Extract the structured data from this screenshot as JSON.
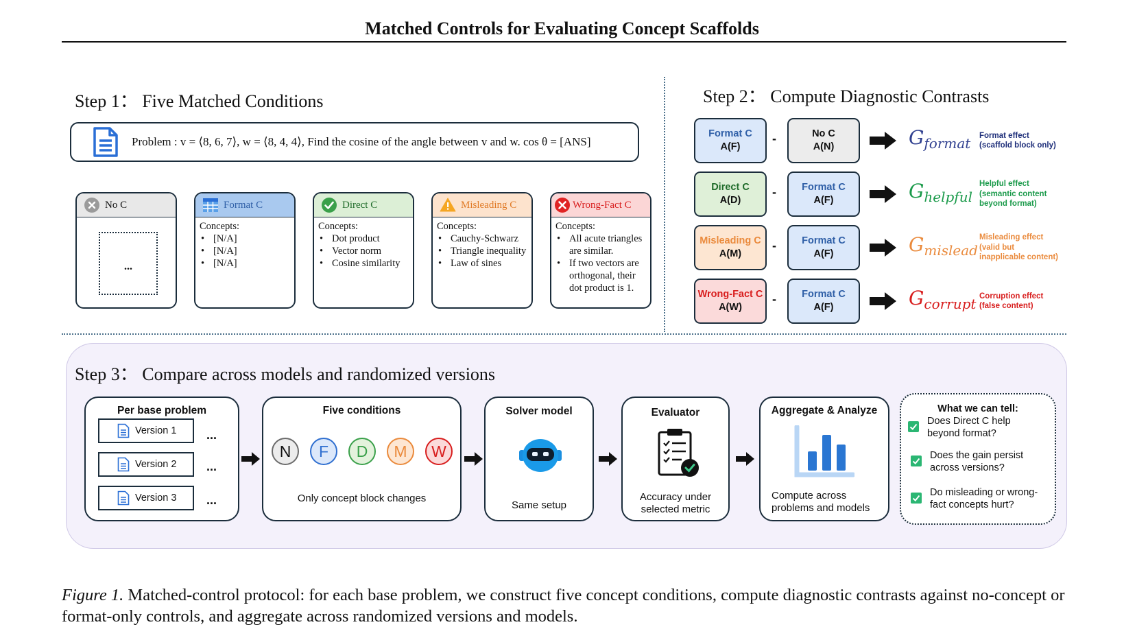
{
  "title": "Matched Controls for Evaluating Concept Scaffolds",
  "step1": {
    "title": "Step 1： Five Matched Conditions",
    "problem": "Problem : v = ⟨8, 6, 7⟩,  w = ⟨8, 4, 4⟩,  Find the cosine of the angle between v and w. cos θ = [ANS]",
    "conditions": [
      {
        "name": "No C",
        "color": "#e8e8e8",
        "icon": "gray-x-icon",
        "concepts_label": "",
        "items": [],
        "placeholder": "..."
      },
      {
        "name": "Format C",
        "color": "#a9c9ef",
        "icon": "table-icon",
        "concepts_label": "Concepts:",
        "items": [
          "[N/A]",
          "[N/A]",
          "[N/A]"
        ]
      },
      {
        "name": "Direct C",
        "color": "#dcefd6",
        "icon": "green-check-icon",
        "concepts_label": "Concepts:",
        "items": [
          "Dot product",
          "Vector norm",
          "Cosine similarity"
        ]
      },
      {
        "name": "Misleading C",
        "color": "#fde3cd",
        "icon": "warning-icon",
        "concepts_label": "Concepts:",
        "items": [
          "Cauchy-Schwarz",
          "Triangle inequality",
          "Law of sines"
        ]
      },
      {
        "name": "Wrong-Fact C",
        "color": "#fbd6d6",
        "icon": "red-x-icon",
        "concepts_label": "Concepts:",
        "items": [
          "All acute triangles are similar.",
          "If two vectors are orthogonal, their dot product is 1."
        ]
      }
    ]
  },
  "step2": {
    "title": "Step 2： Compute Diagnostic Contrasts",
    "rows": [
      {
        "left_line1": "Format C",
        "left_line2": "A(F)",
        "left_color": "#dbe8fa",
        "left_text_color": "#2f5fa7",
        "right_line1": "No C",
        "right_line2": "A(N)",
        "right_color": "#ececec",
        "right_text_color": "#111111",
        "g_base": "G",
        "g_sub": "format",
        "g_color": "#2f3f8f",
        "effect": [
          "Format effect",
          "(scaffold block only)"
        ],
        "effect_color": "#1f2f7a"
      },
      {
        "left_line1": "Direct C",
        "left_line2": "A(D)",
        "left_color": "#dff0d8",
        "left_text_color": "#1f6b2a",
        "right_line1": "Format C",
        "right_line2": "A(F)",
        "right_color": "#dbe8fa",
        "right_text_color": "#2f5fa7",
        "g_base": "G",
        "g_sub": "helpful",
        "g_color": "#1a9a4a",
        "effect": [
          "Helpful effect",
          "(semantic content",
          "beyond format)"
        ],
        "effect_color": "#1a9a4a"
      },
      {
        "left_line1": "Misleading C",
        "left_line2": "A(M)",
        "left_color": "#fde6d2",
        "left_text_color": "#ea8a3c",
        "right_line1": "Format C",
        "right_line2": "A(F)",
        "right_color": "#dbe8fa",
        "right_text_color": "#2f5fa7",
        "g_base": "G",
        "g_sub": "mislead",
        "g_color": "#ea8a3c",
        "effect": [
          "Misleading effect",
          "(valid but",
          "inapplicable content)"
        ],
        "effect_color": "#ea8a3c"
      },
      {
        "left_line1": "Wrong-Fact C",
        "left_line2": "A(W)",
        "left_color": "#fbdada",
        "left_text_color": "#d81e1e",
        "right_line1": "Format C",
        "right_line2": "A(F)",
        "right_color": "#dbe8fa",
        "right_text_color": "#2f5fa7",
        "g_base": "G",
        "g_sub": "corrupt",
        "g_color": "#d81e1e",
        "effect": [
          "Corruption effect",
          "(false content)"
        ],
        "effect_color": "#d81e1e"
      }
    ]
  },
  "step3": {
    "title": "Step 3： Compare across models and randomized versions",
    "per_base": {
      "title": "Per base problem",
      "versions": [
        "Version 1",
        "Version 2",
        "Version 3"
      ],
      "dots": "..."
    },
    "five_conditions": {
      "title": "Five conditions",
      "letters": [
        "N",
        "F",
        "D",
        "M",
        "W"
      ],
      "letter_colors": [
        "#6b6b6b",
        "#2f6fd0",
        "#3aa04a",
        "#ea8a3c",
        "#d81e1e"
      ],
      "letter_fills": [
        "#ececec",
        "#dce8fa",
        "#e3f2dc",
        "#fde6d2",
        "#fbdada"
      ],
      "note": "Only concept block changes"
    },
    "solver": {
      "title": "Solver model",
      "icon": "robot-icon",
      "note": "Same setup"
    },
    "evaluator": {
      "title": "Evaluator",
      "icon": "clipboard-check-icon",
      "note_line1": "Accuracy under",
      "note_line2": "selected metric"
    },
    "aggregate": {
      "title": "Aggregate & Analyze",
      "icon": "bar-chart-icon",
      "note_line1": "Compute across",
      "note_line2": "problems and models"
    },
    "what_we_can_tell": {
      "title": "What we can tell:",
      "items": [
        [
          "Does Direct C help",
          "beyond format?"
        ],
        [
          "Does the gain persist",
          "across versions?"
        ],
        [
          "Do misleading or wrong-",
          "fact concepts hurt?"
        ]
      ]
    }
  },
  "caption": {
    "label": "Figure 1.",
    "text": "Matched-control protocol: for each base problem, we construct five concept conditions, compute diagnostic contrasts against no-concept or format-only controls, and aggregate across randomized versions and models."
  }
}
